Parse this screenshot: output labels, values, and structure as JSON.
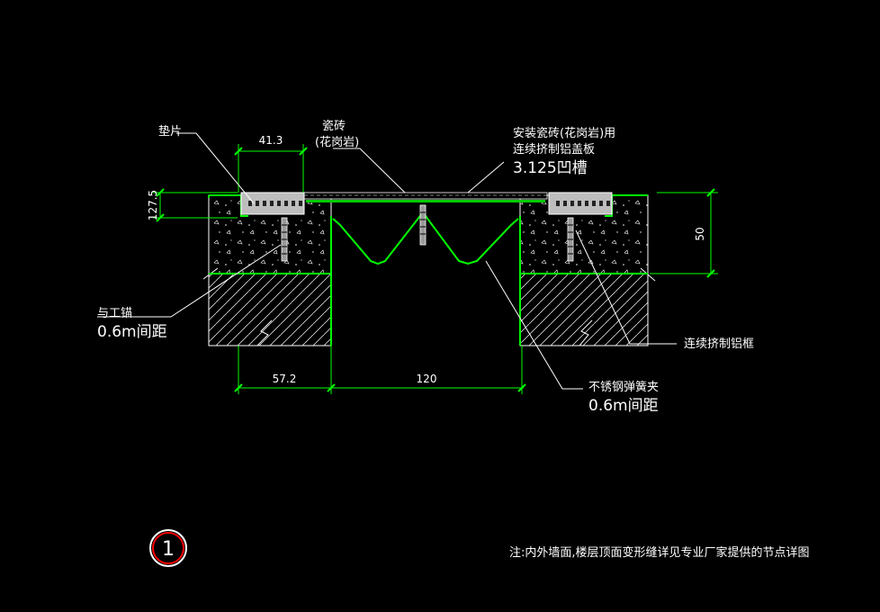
{
  "labels": {
    "gasket": "垫片",
    "tile": "瓷砖",
    "tile_sub": "(花岗岩)",
    "cover_line1": "安装瓷砖(花岗岩)用",
    "cover_line2": "连续挤制铝盖板",
    "cover_line3": "3.125凹槽",
    "anchor": "与工锚",
    "anchor_spacing": "0.6m间距",
    "frame": "连续挤制铝框",
    "spring_clip": "不锈钢弹簧夹",
    "spring_spacing": "0.6m间距",
    "note": "注:内外墙面,楼层顶面变形缝详见专业厂家提供的节点详图"
  },
  "dimensions": {
    "top_width": "41.3",
    "left_height": "127.5",
    "right_height": "50",
    "bottom_left": "57.2",
    "bottom_gap": "120"
  },
  "detail_number": "1",
  "colors": {
    "background": "#000000",
    "dim_green": "#00ff00",
    "outline_white": "#ffffff",
    "marker_red": "#ff0000"
  }
}
